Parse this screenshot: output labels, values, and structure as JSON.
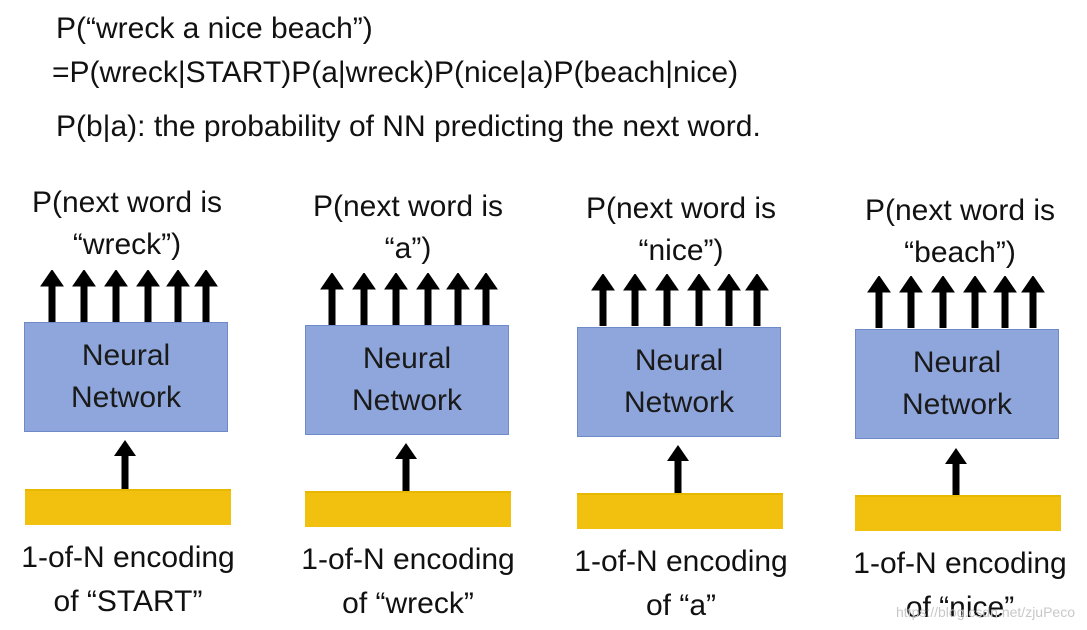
{
  "header": {
    "line1": "P(“wreck a nice beach”)",
    "line2": "=P(wreck|START)P(a|wreck)P(nice|a)P(beach|nice)",
    "line3": "P(b|a): the probability of NN predicting the next word."
  },
  "columns": [
    {
      "p_line1": "P(next word is",
      "p_line2": "“wreck”)",
      "nn_line1": "Neural",
      "nn_line2": "Network",
      "enc_line1": "1-of-N encoding",
      "enc_line2": "of “START”"
    },
    {
      "p_line1": "P(next word is",
      "p_line2": "“a”)",
      "nn_line1": "Neural",
      "nn_line2": "Network",
      "enc_line1": "1-of-N encoding",
      "enc_line2": "of “wreck”"
    },
    {
      "p_line1": "P(next word is",
      "p_line2": "“nice”)",
      "nn_line1": "Neural",
      "nn_line2": "Network",
      "enc_line1": "1-of-N encoding",
      "enc_line2": "of “a”"
    },
    {
      "p_line1": "P(next word is",
      "p_line2": "“beach”)",
      "nn_line1": "Neural",
      "nn_line2": "Network",
      "enc_line1": "1-of-N encoding",
      "enc_line2": "of “nice”"
    }
  ],
  "watermark": "https://blog.csdn.net/zjuPeco",
  "colors": {
    "nn_box": "#8ea6db",
    "input_bar": "#f2c10f",
    "arrow": "#000000"
  }
}
